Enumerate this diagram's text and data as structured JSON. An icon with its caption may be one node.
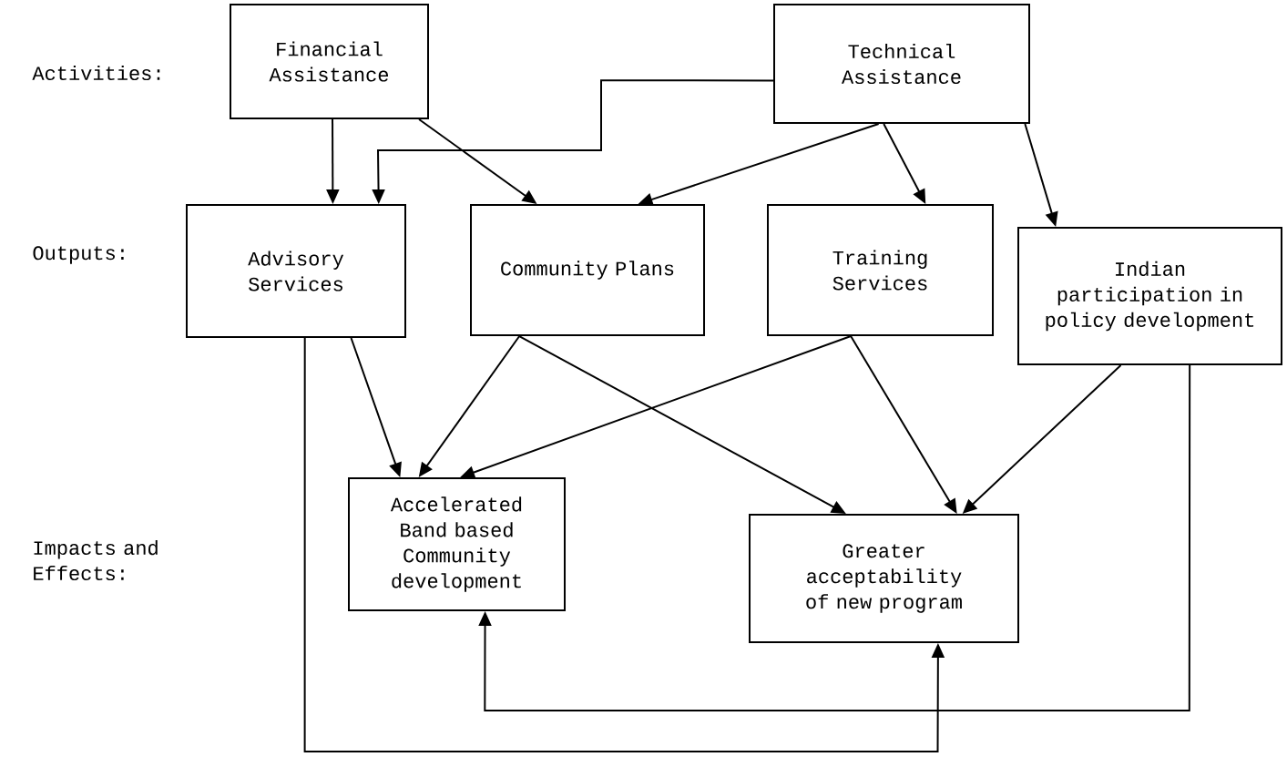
{
  "diagram": {
    "nodes": [
      {
        "text": [
          "Financial Assistance"
        ]
      },
      {
        "text": [
          "Technical Assistance"
        ]
      },
      {
        "text": [
          "Advisory Services"
        ]
      },
      {
        "text": [
          "Community Plans"
        ]
      },
      {
        "text": [
          "Training Services"
        ]
      },
      {
        "text": [
          "Indian participation in policy development"
        ]
      },
      {
        "text": [
          "Accelerated Band based Community development"
        ]
      },
      {
        "text": [
          "Greater acceptability of new program"
        ]
      }
    ],
    "edges": [
      {
        "from": 0,
        "to": 2,
        "arrow": "to"
      },
      {
        "from": 0,
        "to": 3,
        "arrow": "to"
      },
      {
        "from": 1,
        "to": 2,
        "arrow": "to"
      },
      {
        "from": 1,
        "to": 3,
        "arrow": "to"
      },
      {
        "from": 1,
        "to": 4,
        "arrow": "to"
      },
      {
        "from": 1,
        "to": 5,
        "arrow": "to"
      },
      {
        "from": 2,
        "to": 6,
        "arrow": "to"
      },
      {
        "from": 3,
        "to": 6,
        "arrow": "to"
      },
      {
        "from": 3,
        "to": 7,
        "arrow": "to"
      },
      {
        "from": 4,
        "to": 6,
        "arrow": "to"
      },
      {
        "from": 4,
        "to": 7,
        "arrow": "to"
      },
      {
        "from": 5,
        "to": 7,
        "arrow": "to"
      },
      {
        "from": 5,
        "to": 6,
        "arrow": "to"
      },
      {
        "from": 2,
        "to": 7,
        "arrow": "to"
      }
    ],
    "labels": [
      "Activities:",
      "Outputs:",
      "Impacts and Effects:"
    ]
  }
}
